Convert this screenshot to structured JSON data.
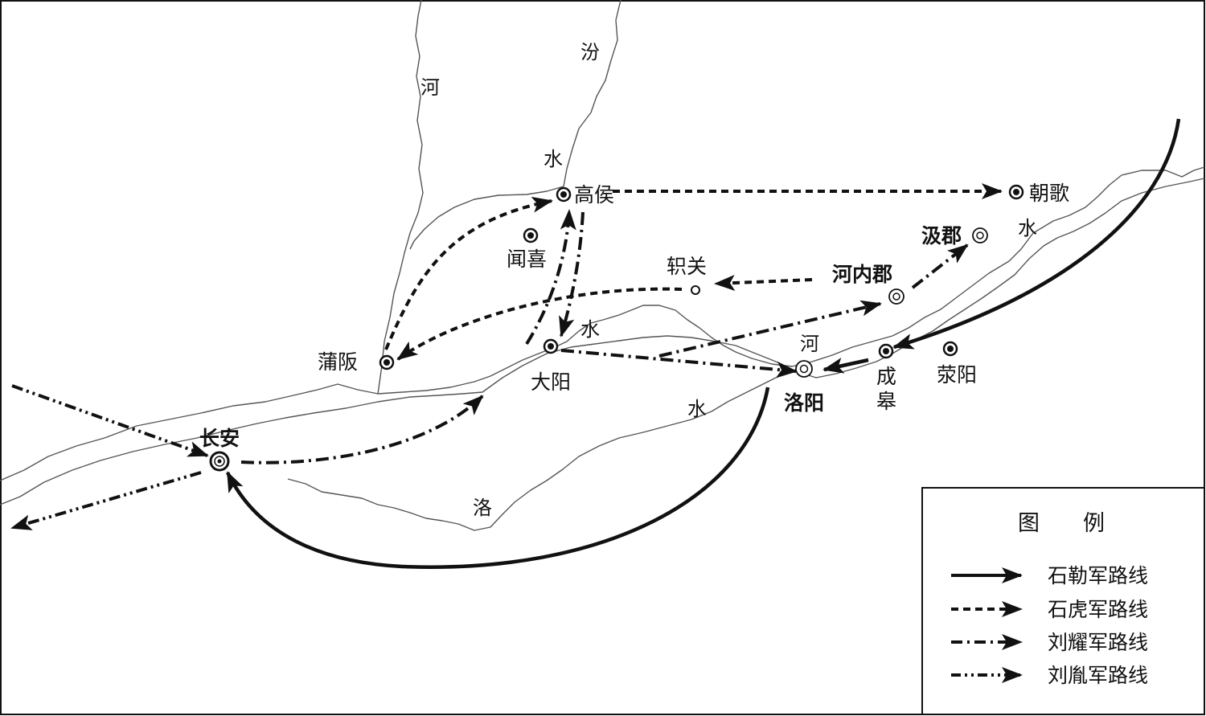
{
  "colors": {
    "ink": "#111111",
    "river": "#555555",
    "background": "#ffffff"
  },
  "rivers": [
    {
      "id": "fen-he",
      "label": "汾",
      "bind": "rivers.0.label"
    },
    {
      "id": "he-upper",
      "label": "河",
      "bind": "rivers.1.label"
    },
    {
      "id": "fen-shui",
      "label": "水",
      "bind": "rivers.2.label"
    },
    {
      "id": "he-east",
      "label": "河",
      "bind": "rivers.3.label"
    },
    {
      "id": "shui-east",
      "label": "水",
      "bind": "rivers.4.label"
    },
    {
      "id": "shui-mid",
      "label": "水",
      "bind": "rivers.5.label"
    },
    {
      "id": "luo",
      "label": "洛",
      "bind": "rivers.6.label"
    },
    {
      "id": "luo-shui",
      "label": "水",
      "bind": "rivers.7.label"
    }
  ],
  "places": [
    {
      "id": "gaohou",
      "name": "高侯",
      "symbol": "dot",
      "bold": false
    },
    {
      "id": "chaoge",
      "name": "朝歌",
      "symbol": "dot",
      "bold": false
    },
    {
      "id": "wenxi",
      "name": "闻喜",
      "symbol": "dot",
      "bold": false
    },
    {
      "id": "zhiguan",
      "name": "轵关",
      "symbol": "small-circle",
      "bold": false
    },
    {
      "id": "jijun",
      "name": "汲郡",
      "symbol": "double-circle",
      "bold": true
    },
    {
      "id": "heneijun",
      "name": "河内郡",
      "symbol": "double-circle",
      "bold": true
    },
    {
      "id": "puban",
      "name": "蒲阪",
      "symbol": "dot",
      "bold": false
    },
    {
      "id": "dayang",
      "name": "大阳",
      "symbol": "dot",
      "bold": false
    },
    {
      "id": "luoyang",
      "name": "洛阳",
      "symbol": "double-circle",
      "bold": true
    },
    {
      "id": "chenggao",
      "name": "成皋",
      "symbol": "dot",
      "bold": false
    },
    {
      "id": "xingyang",
      "name": "荥阳",
      "symbol": "dot",
      "bold": false
    },
    {
      "id": "changan",
      "name": "长安",
      "symbol": "capital",
      "bold": true
    }
  ],
  "legend": {
    "title": "图　　例",
    "items": [
      {
        "label": "石勒军路线",
        "style": "solid"
      },
      {
        "label": "石虎军路线",
        "style": "dashed"
      },
      {
        "label": "刘耀军路线",
        "style": "dash-dot"
      },
      {
        "label": "刘胤军路线",
        "style": "dash-dot-dot"
      }
    ]
  }
}
